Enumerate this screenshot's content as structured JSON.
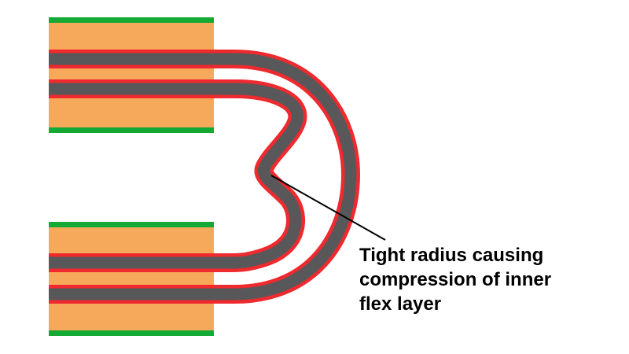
{
  "annotation": {
    "lines": [
      "Tight radius causing",
      "compression of inner",
      "flex layer"
    ]
  },
  "colors": {
    "rigid_core": "#f7a95b",
    "copper_surface": "#14a834",
    "flex_core": "#58585a",
    "coverlay": "#ee2a2f",
    "leader_line": "#000000",
    "text": "#000000",
    "background": "#ffffff"
  }
}
